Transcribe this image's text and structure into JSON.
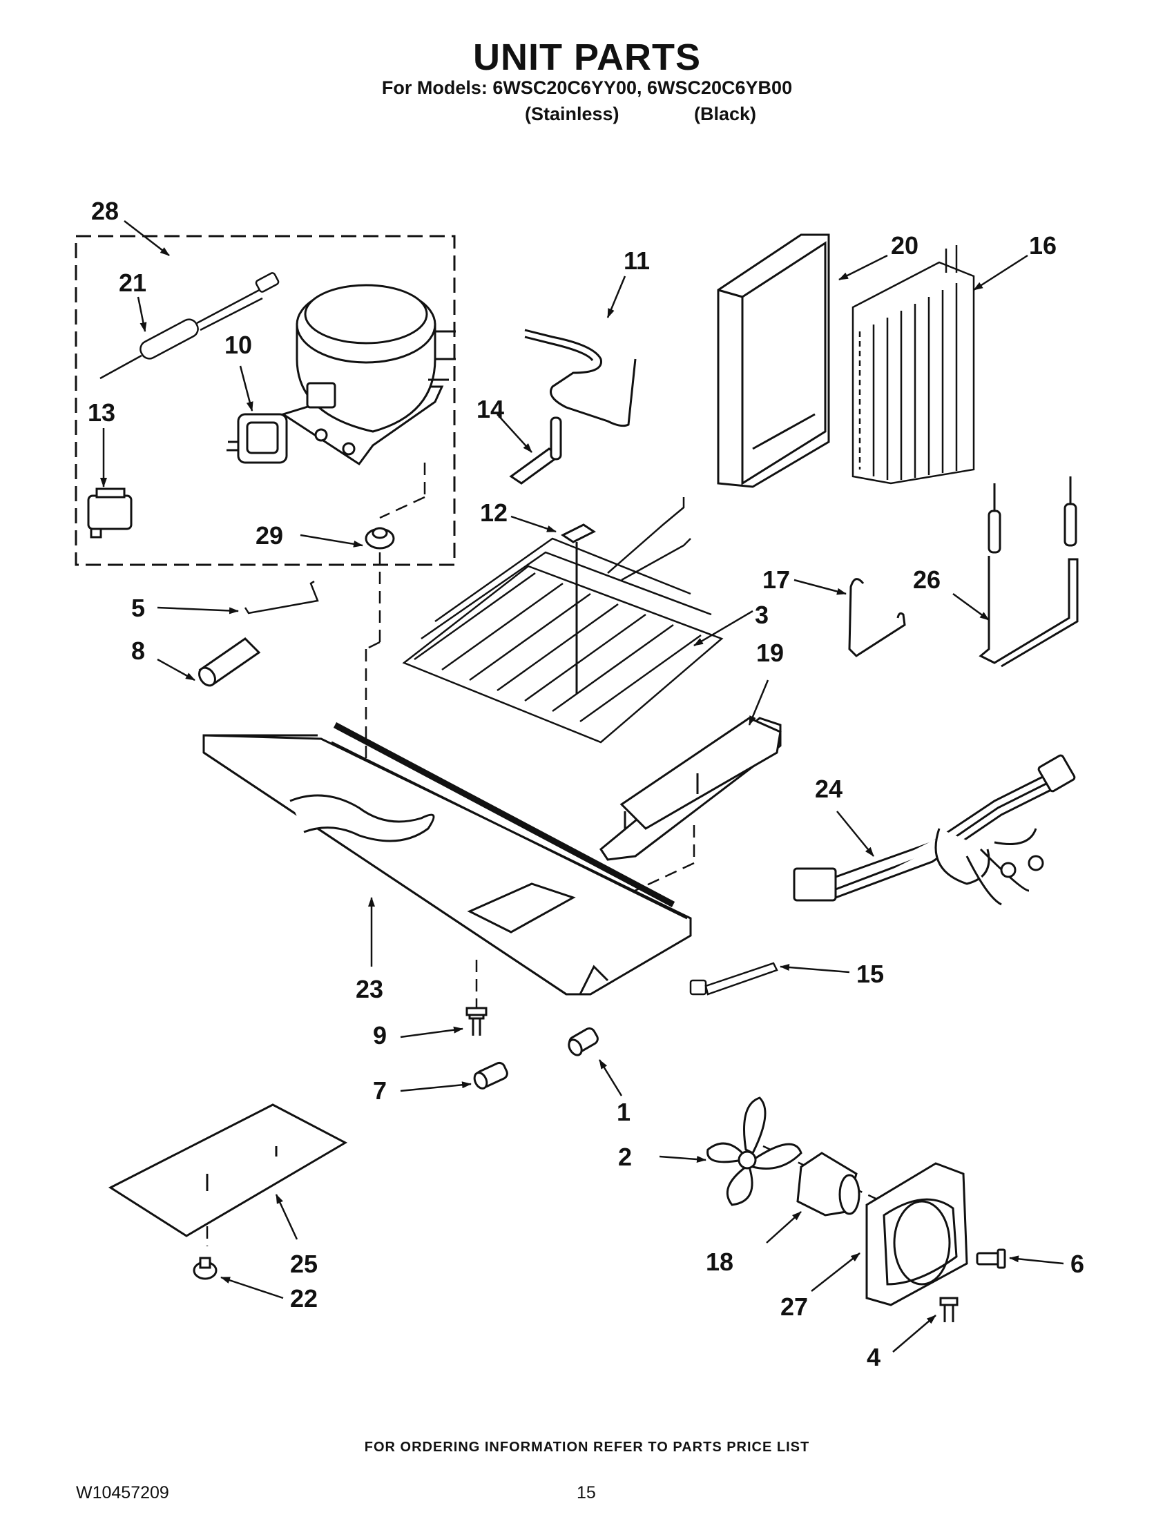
{
  "header": {
    "title": "UNIT PARTS",
    "models_line": "For Models: 6WSC20C6YY00, 6WSC20C6YB00",
    "variant_stainless": "(Stainless)",
    "variant_black": "(Black)"
  },
  "callouts": {
    "c1": "1",
    "c2": "2",
    "c3": "3",
    "c4": "4",
    "c5": "5",
    "c6": "6",
    "c7": "7",
    "c8": "8",
    "c9": "9",
    "c10": "10",
    "c11": "11",
    "c12": "12",
    "c13": "13",
    "c14": "14",
    "c15": "15",
    "c16": "16",
    "c17": "17",
    "c18": "18",
    "c19": "19",
    "c20": "20",
    "c21": "21",
    "c22": "22",
    "c23": "23",
    "c24": "24",
    "c25": "25",
    "c26": "26",
    "c27": "27",
    "c28": "28",
    "c29": "29"
  },
  "footer": {
    "ordering_note": "FOR ORDERING INFORMATION REFER TO PARTS PRICE LIST",
    "document_number": "W10457209",
    "page_number": "15"
  }
}
